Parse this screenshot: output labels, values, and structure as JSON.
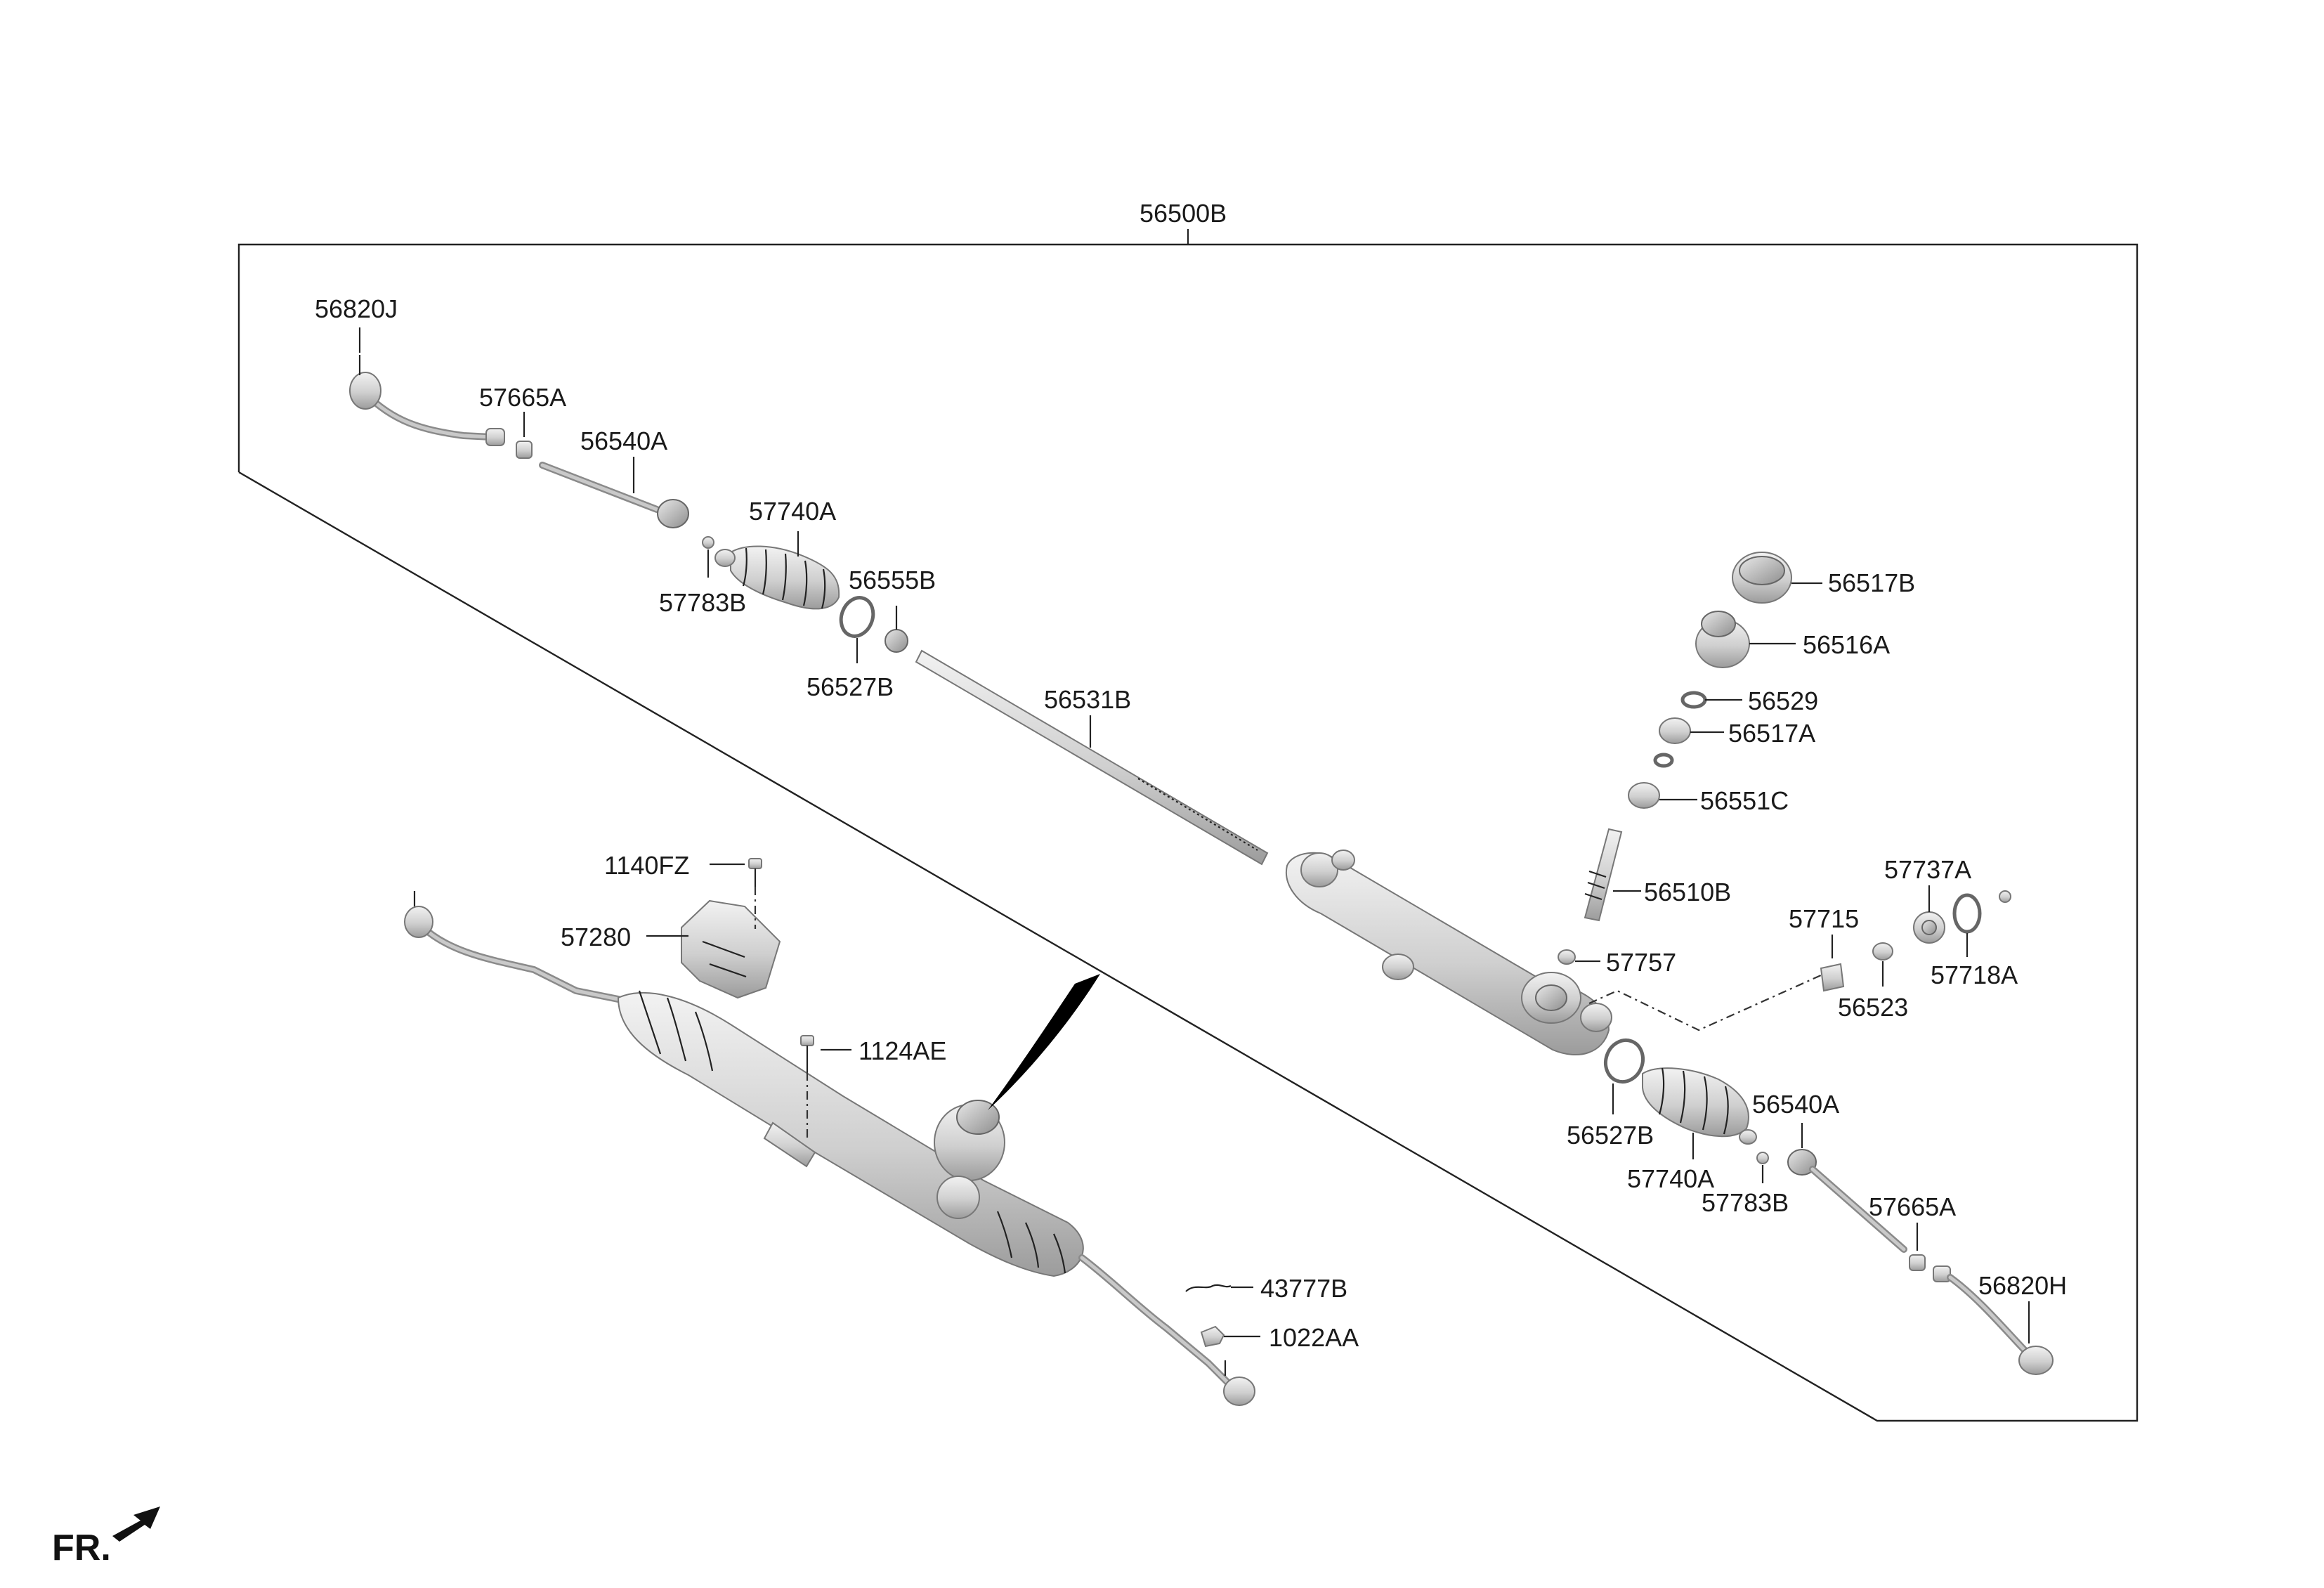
{
  "labels": {
    "assembly": "56500B",
    "tie_rod_end_left": "56820J",
    "lock_nut_left": "57665A",
    "inner_ball_joint_left": "56540A",
    "bellows_left": "57740A",
    "clip_left": "57783B",
    "bushing": "56555B",
    "band_left": "56527B",
    "rack": "56531B",
    "yoke_plug": "56517B",
    "yoke": "56516A",
    "snap_ring": "56529",
    "plug": "56517A",
    "bearing": "56551C",
    "pinion": "56510B",
    "cap_small": "57757",
    "support_yoke": "57715",
    "yoke_spring": "56523",
    "yoke_plug_b": "57737A",
    "o_ring": "57718A",
    "band_right": "56527B",
    "bellows_right": "57740A",
    "inner_ball_joint_right": "56540A",
    "clip_right": "57783B",
    "lock_nut_right": "57665A",
    "tie_rod_end_right": "56820H",
    "bolt_upper": "1140FZ",
    "bracket": "57280",
    "bolt_lower": "1124AE",
    "split_pin": "43777B",
    "nut": "1022AA",
    "front_marker": "FR."
  },
  "icons": {
    "front_direction": "front-arrow-icon"
  },
  "colors": {
    "line": "#222222",
    "part_fill": "#d6d6d6",
    "part_shadow": "#9a9a9a"
  }
}
